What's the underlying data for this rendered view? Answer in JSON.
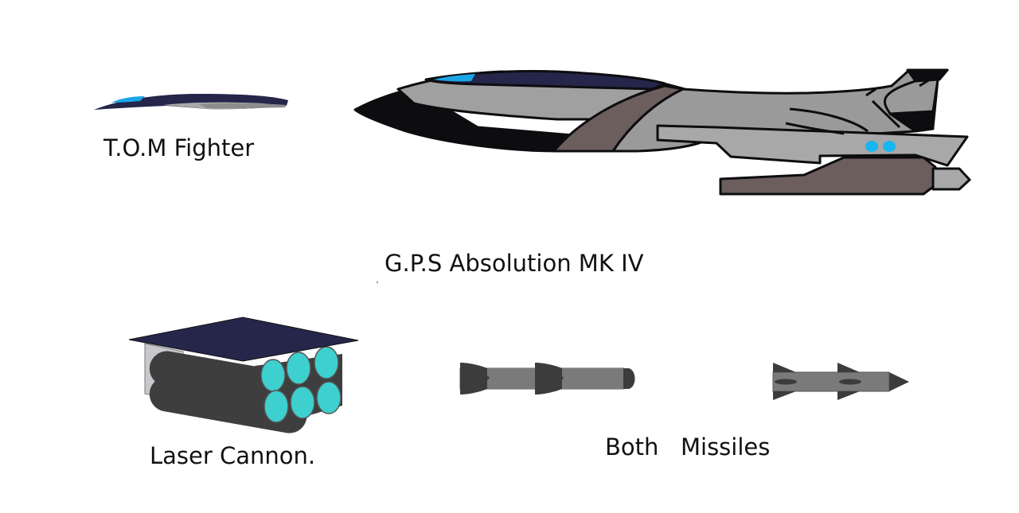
{
  "labels": {
    "tom_fighter": "T.O.M Fighter",
    "gps_absolution": "G.P.S Absolution MK IV",
    "laser_cannon": "Laser Cannon.",
    "both": "Both",
    "missiles": "Missiles"
  },
  "colors": {
    "background": "#ffffff",
    "navy": "#25264a",
    "cockpit_blue": "#1aa6e6",
    "hull_gray": "#9a9a9a",
    "light_gray": "#a8a8a8",
    "brown_gray": "#6b5e5c",
    "black": "#0d0d10",
    "cannon_dark": "#3e3e3e",
    "cannon_cyan": "#3ecfcf",
    "missile_gray": "#7a7a7a",
    "missile_dark": "#3c3c3c"
  }
}
